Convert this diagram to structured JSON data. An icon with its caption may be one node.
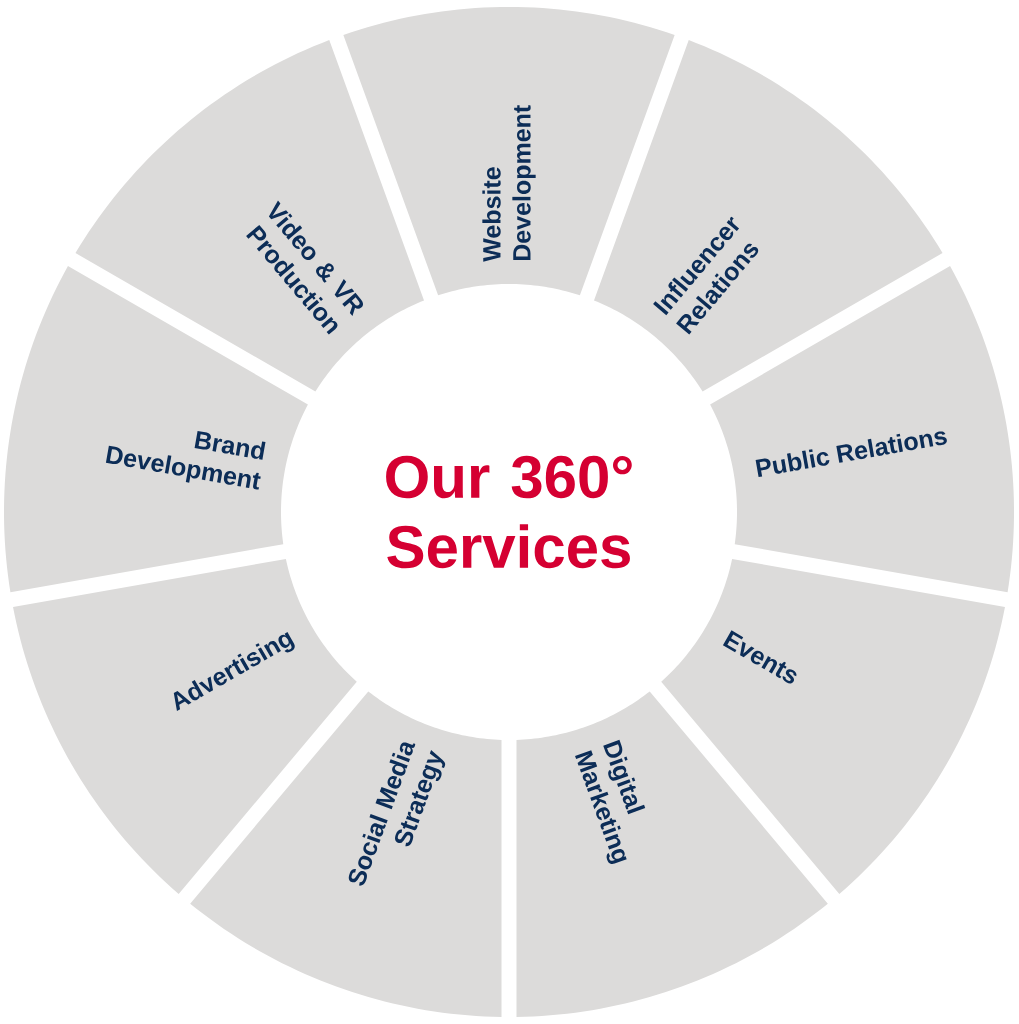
{
  "diagram": {
    "nodes": [
      {
        "text": [
          "Our 360° Services"
        ]
      },
      {
        "text": [
          "Website Development"
        ]
      },
      {
        "text": [
          "Influencer Relations"
        ]
      },
      {
        "text": [
          "Public Relations"
        ]
      },
      {
        "text": [
          "Events"
        ]
      },
      {
        "text": [
          "Digital Marketing"
        ]
      },
      {
        "text": [
          "Social Media Strategy"
        ]
      },
      {
        "text": [
          "Advertising"
        ]
      },
      {
        "text": [
          "Brand Development"
        ]
      },
      {
        "text": [
          "Video & VR Production"
        ]
      }
    ],
    "edges": []
  }
}
